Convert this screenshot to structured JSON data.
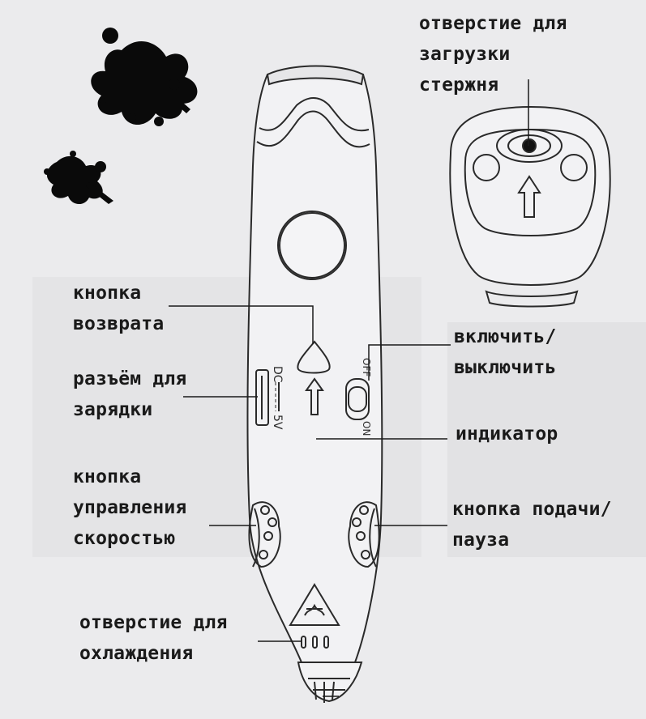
{
  "labels": {
    "load_hole": [
      "отверстие для",
      "загрузки",
      "стержня"
    ],
    "return_button": [
      "кнопка",
      "возврата"
    ],
    "charge_port": [
      "разъём для",
      "зарядки"
    ],
    "speed_button": [
      "кнопка",
      "управления",
      "скоростью"
    ],
    "cooling_hole": [
      "отверстие для",
      "охлаждения"
    ],
    "power_switch": [
      "включить/",
      "выключить"
    ],
    "indicator": [
      "индикатор"
    ],
    "feed_button": [
      "кнопка подачи/",
      "пауза"
    ]
  },
  "pen_markings": {
    "dc": "DC",
    "volt": "5V",
    "off": "OFF",
    "on": "ON"
  }
}
